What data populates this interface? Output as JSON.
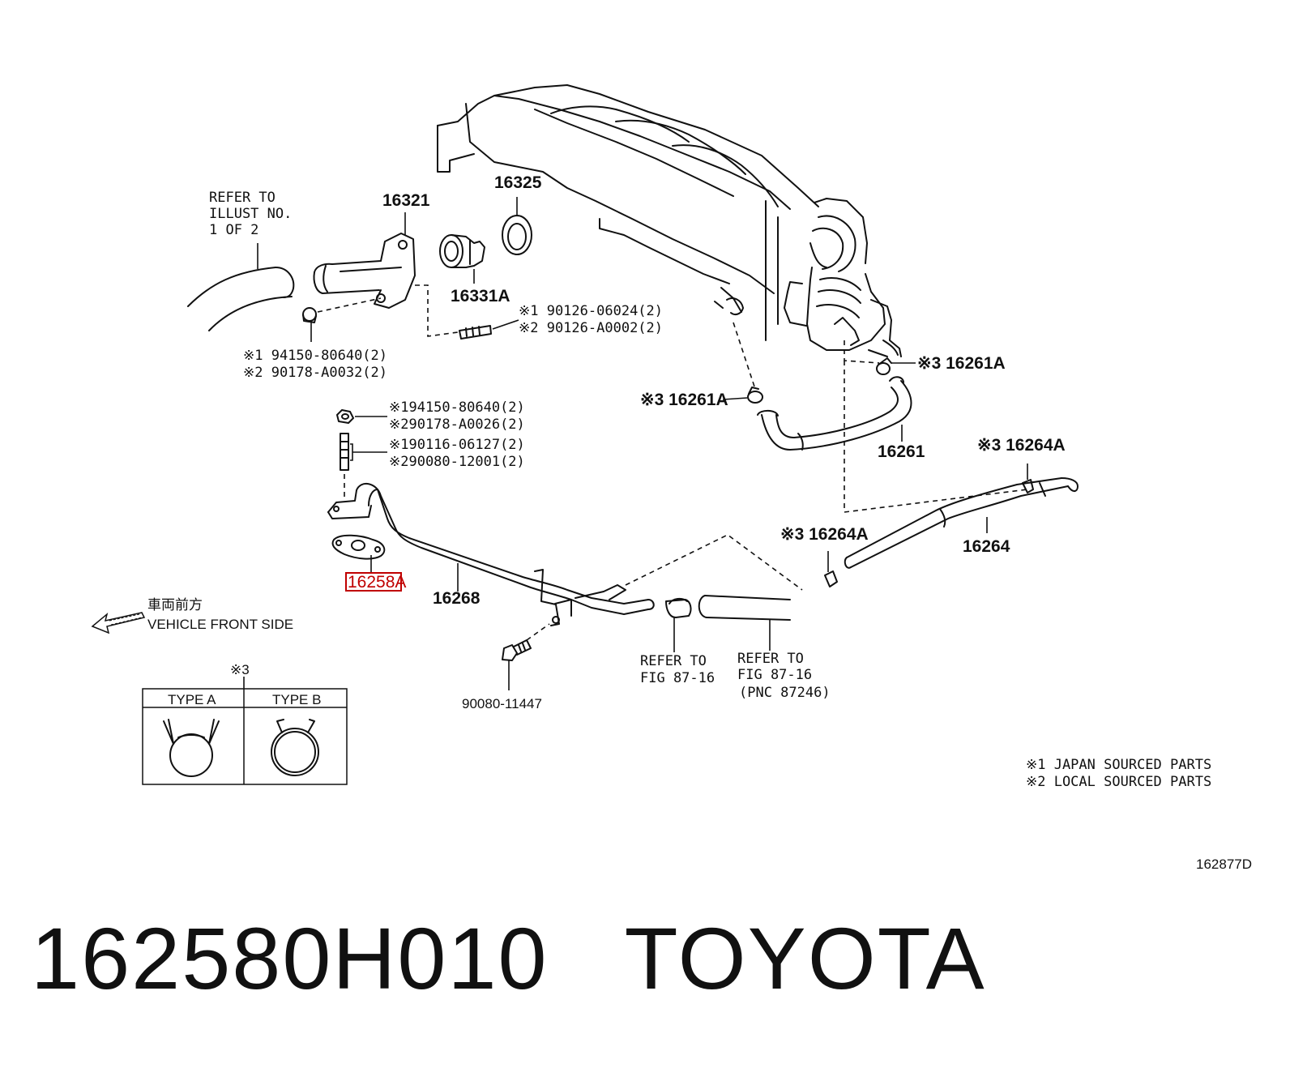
{
  "callouts": {
    "refer_illust": [
      "REFER TO",
      "ILLUST NO.",
      "1 OF 2"
    ],
    "p16321": "16321",
    "p16325": "16325",
    "p16331A": "16331A",
    "bolt_upper_1": "※1 90126-06024(2)",
    "bolt_upper_2": "※2 90126-A0002(2)",
    "gasket_1": "※1 94150-80640(2)",
    "gasket_2": "※2 90178-A0032(2)",
    "nut_1": "※194150-80640(2)",
    "nut_2": "※290178-A0026(2)",
    "stud_1": "※190116-06127(2)",
    "stud_2": "※290080-12001(2)",
    "p16261A_right": "※3 16261A",
    "p16261A_left": "※3 16261A",
    "p16261": "16261",
    "p16264A_upper": "※3 16264A",
    "p16264A_lower": "※3 16264A",
    "p16264": "16264",
    "p16258A": "16258A",
    "p16268": "16268",
    "bolt_lower": "90080-11447",
    "refer_fig_a": [
      "REFER TO",
      "FIG 87-16"
    ],
    "refer_fig_b": [
      "REFER TO",
      "FIG 87-16",
      "(PNC 87246)"
    ]
  },
  "front_indicator": {
    "japanese": "車両前方",
    "english": "VEHICLE FRONT SIDE"
  },
  "type_table": {
    "marker": "※3",
    "col_a": "TYPE A",
    "col_b": "TYPE B"
  },
  "notes": [
    "※1 JAPAN SOURCED PARTS",
    "※2 LOCAL SOURCED PARTS"
  ],
  "illustration_id": "162877D",
  "footer": {
    "part_number": "162580H010",
    "brand": "TOYOTA"
  },
  "colors": {
    "line": "#111111",
    "highlight": "#c00000",
    "background": "#ffffff"
  }
}
